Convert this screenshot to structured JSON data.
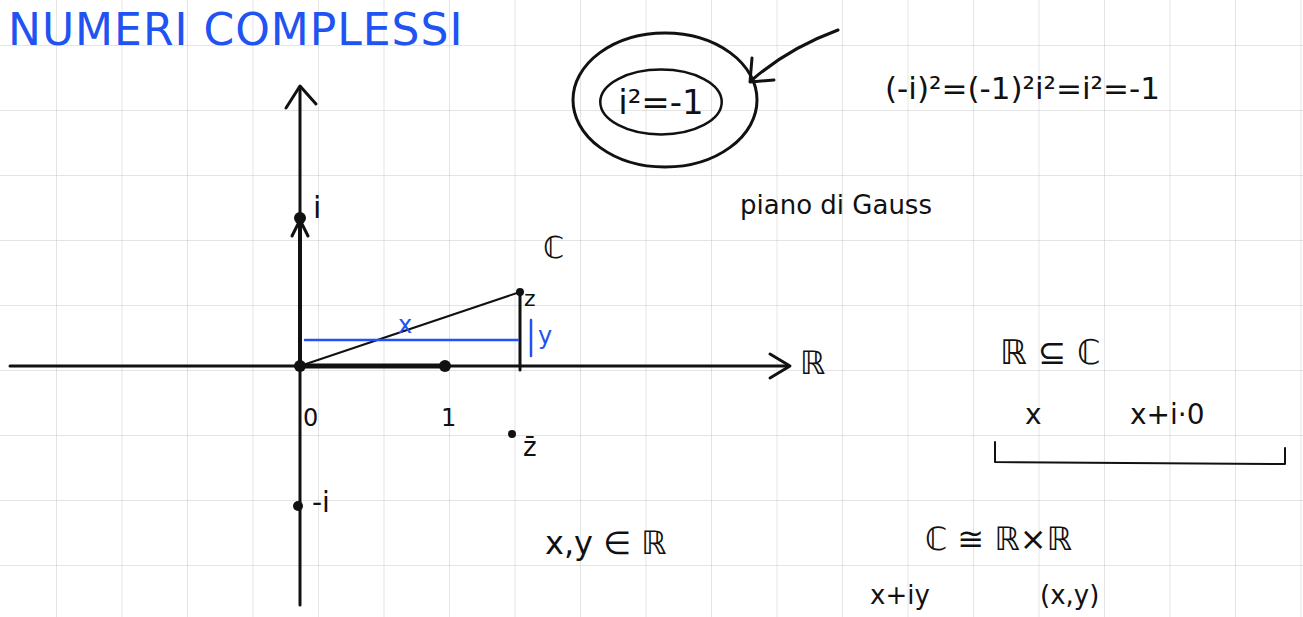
{
  "diagram": {
    "title": "NUMERI COMPLESSI",
    "nodes": [
      {
        "text": [
          "i²=-1"
        ]
      }
    ],
    "labels": [
      "(-i)²=(-1)²i²=i²=-1",
      "piano di Gauss",
      "i",
      "ℂ",
      "z",
      "x",
      "y",
      "ℝ",
      "0",
      "1",
      "z̄",
      "-i",
      "x,y ∈ ℝ",
      "ℝ ⊆ ℂ",
      "x",
      "x+i·0",
      "ℂ ≅ ℝ×ℝ",
      "x+iy",
      "(x,y)"
    ]
  }
}
